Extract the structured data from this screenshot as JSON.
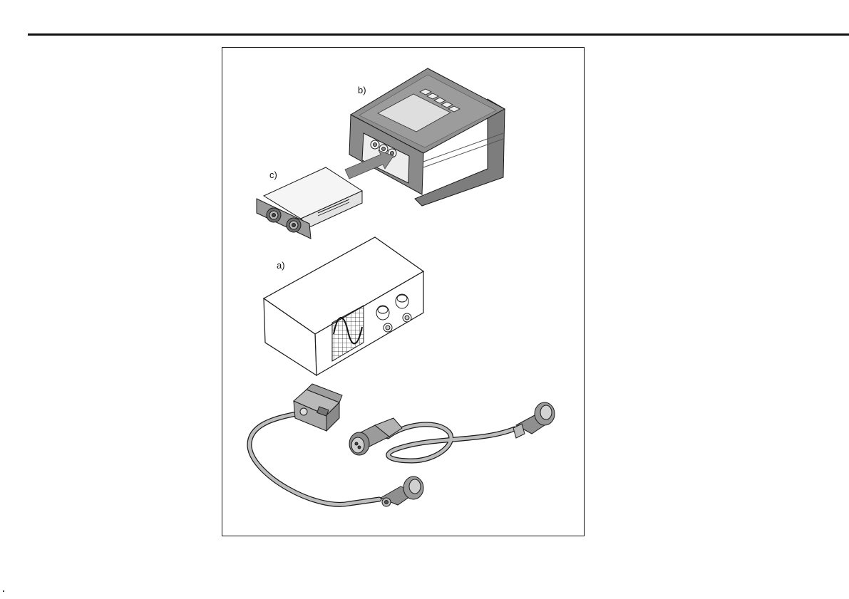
{
  "figure": {
    "labels": {
      "a": "a)",
      "b": "b)",
      "c": "c)"
    },
    "colors": {
      "line": "#1a1a1a",
      "housing_dark": "#8a8a8a",
      "housing_mid": "#a9a9a9",
      "housing_light": "#cfcfcf",
      "cable": "#bdbdbd",
      "arrow": "#8d8d8d"
    }
  }
}
